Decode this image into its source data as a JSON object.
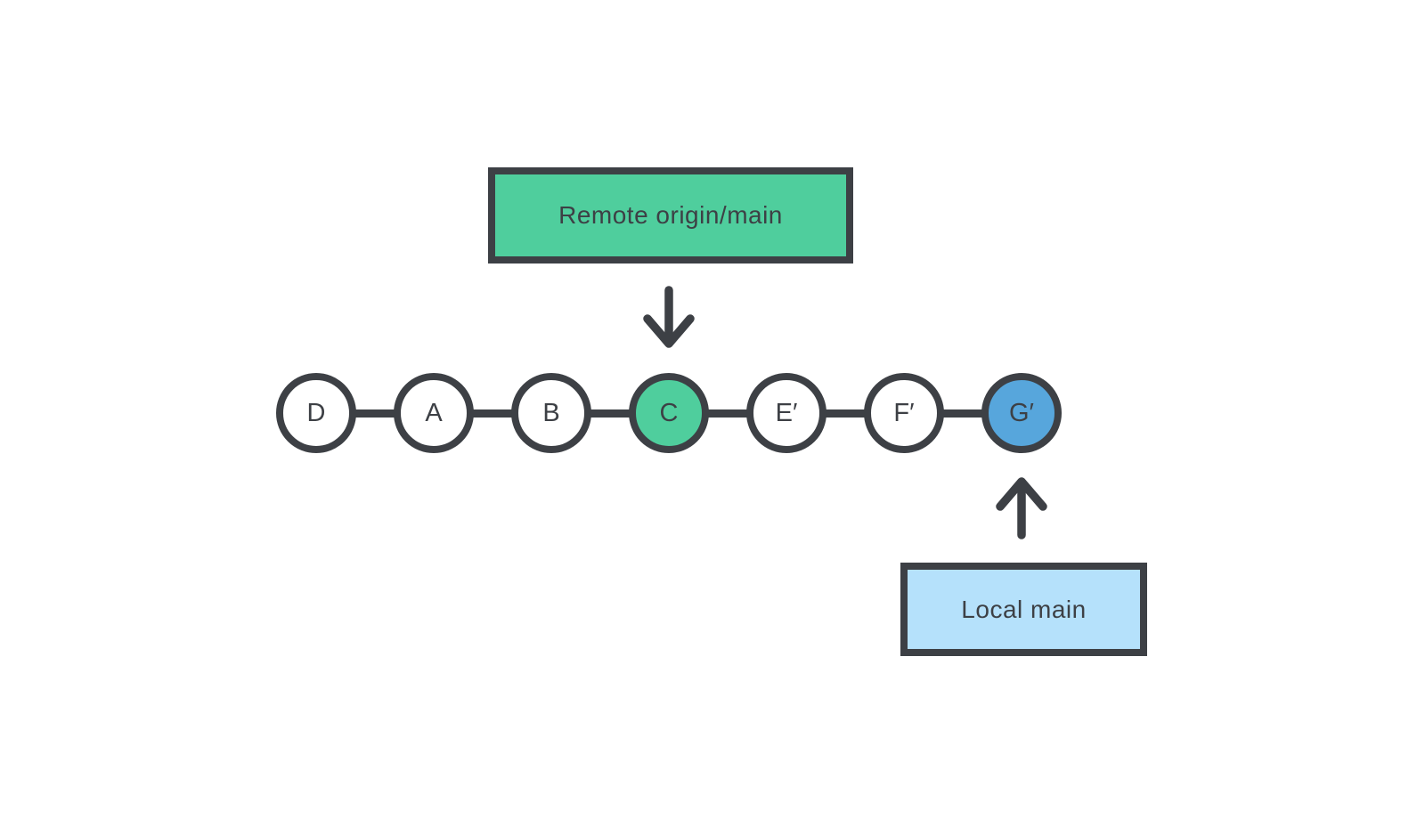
{
  "colors": {
    "stroke": "#3d4045",
    "remote_fill": "#4fce9d",
    "local_fill": "#b5e1fb",
    "node_blue": "#57a6dc",
    "node_white": "#ffffff"
  },
  "diagram": {
    "remote_label": "Remote origin/main",
    "local_label": "Local main",
    "nodes": [
      {
        "label": "D",
        "fill": "white"
      },
      {
        "label": "A",
        "fill": "white"
      },
      {
        "label": "B",
        "fill": "white"
      },
      {
        "label": "C",
        "fill": "green"
      },
      {
        "label": "E′",
        "fill": "white"
      },
      {
        "label": "F′",
        "fill": "white"
      },
      {
        "label": "G′",
        "fill": "blue"
      }
    ]
  }
}
